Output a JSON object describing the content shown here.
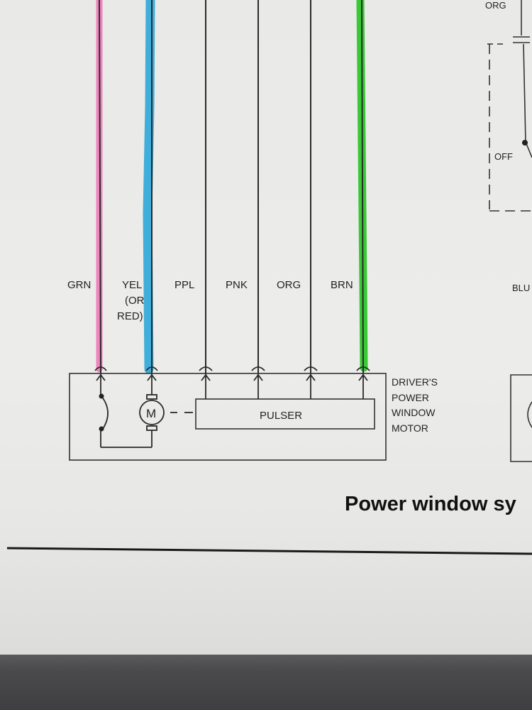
{
  "wire_labels": {
    "grn": "GRN",
    "yel_1": "YEL",
    "yel_2": "(OR",
    "yel_3": "RED)",
    "ppl": "PPL",
    "pnk": "PNK",
    "org": "ORG",
    "brn": "BRN"
  },
  "component": {
    "line1": "DRIVER'S",
    "line2": "POWER",
    "line3": "WINDOW",
    "line4": "MOTOR",
    "pulser": "PULSER",
    "motor_symbol": "M"
  },
  "right_side": {
    "org": "ORG",
    "off": "OFF",
    "blu": "BLU"
  },
  "caption": "Power window sy",
  "colors": {
    "pink_highlight": "#f07ab8",
    "blue_highlight": "#2ea7d8",
    "green_highlight": "#2fc62c",
    "wire": "#2a2a2a",
    "paper": "#ebebe9"
  }
}
